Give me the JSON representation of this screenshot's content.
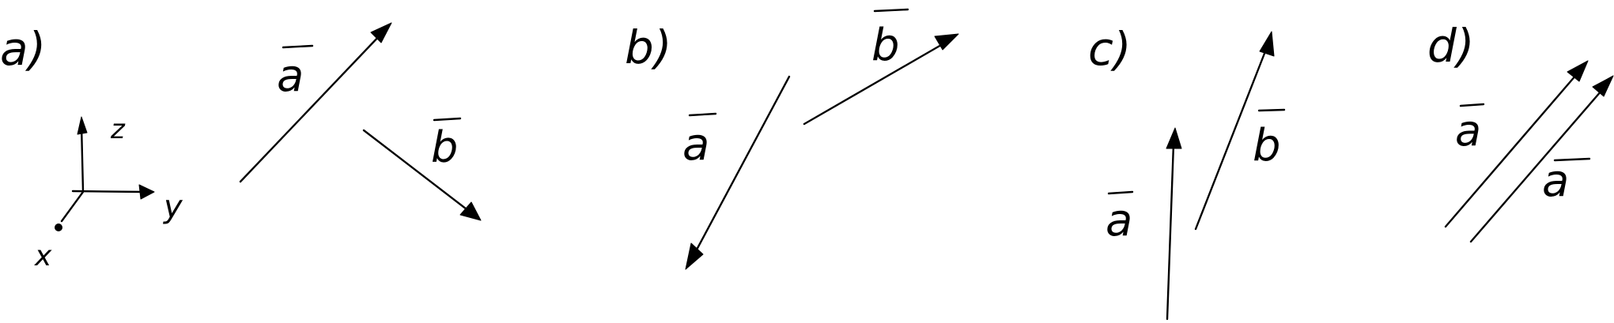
{
  "panels": [
    {
      "id": "a",
      "label": "a)"
    },
    {
      "id": "b",
      "label": "b)"
    },
    {
      "id": "c",
      "label": "c)"
    },
    {
      "id": "d",
      "label": "d)"
    }
  ],
  "axes": {
    "z": "z",
    "y": "y",
    "x": "x"
  },
  "vectors": {
    "a_panel": {
      "a": "a",
      "b": "b"
    },
    "b_panel": {
      "a": "a",
      "b": "b"
    },
    "c_panel": {
      "a": "a",
      "b": "b"
    },
    "d_panel": {
      "a": "a",
      "second": "a"
    }
  }
}
